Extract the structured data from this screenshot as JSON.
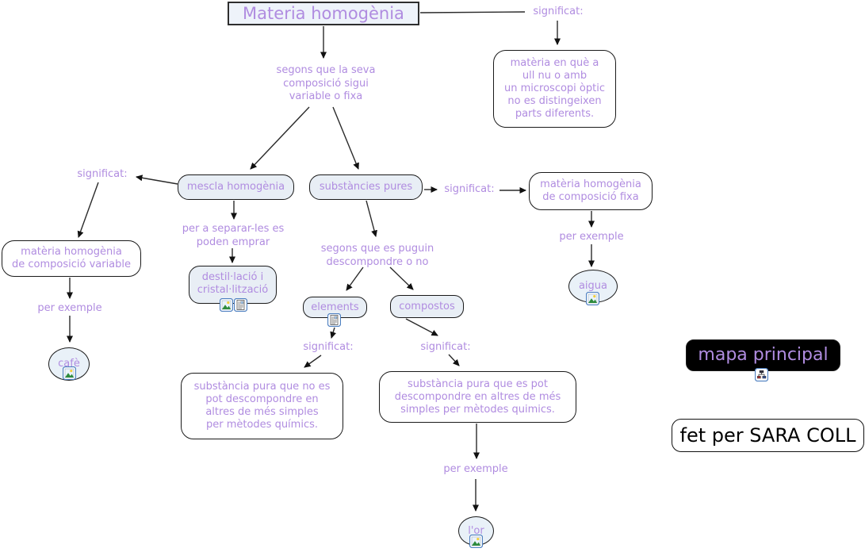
{
  "app": {
    "type": "concept-map",
    "title": "Materia homogènia"
  },
  "colors": {
    "text_purple": "#b08ce0",
    "concept_fill": "#e8eef5",
    "concept_border": "#1a1a1a",
    "white_fill": "#ffffff",
    "black_fill": "#000000",
    "connector": "#2a2a2a",
    "icon_border": "#4d7fc0"
  },
  "nodes": {
    "title": "Materia homogènia",
    "def_top": "matèria en què a\null nu o amb\nun microscopi òptic\nno es distingeixen\nparts diferents.",
    "mescla": "mescla homogènia",
    "substancies": "substàncies pures",
    "def_variable": "matèria homogènia\nde composició variable",
    "cafe": "cafè",
    "destil": "destil·lació i\ncristal·lització",
    "def_fixa": "matèria homogènia\nde composició fixa",
    "aigua": "aigua",
    "elements": "elements",
    "compostos": "compostos",
    "def_element": "substància pura que no es\npot descompondre en\naltres de més simples\nper mètodes químics.",
    "def_compost": "substància pura que es pot\ndescompondre en altres de més\nsimples per mètodes quimics.",
    "lor": "l'or",
    "mapa_principal": "mapa principal",
    "fet_per": "fet per SARA COLL"
  },
  "links": {
    "significat_top": "significat:",
    "segons_composicio": "segons que la seva\ncomposició sigui\nvariable o fixa",
    "significat_left": "significat:",
    "per_exemple_left": "per exemple",
    "per_a_separar": "per a separar-les es\npoden emprar",
    "significat_mid": "significat:",
    "per_exemple_right": "per exemple",
    "segons_descompondre": "segons que es puguin\ndescompondre o no",
    "significat_elements": "significat:",
    "significat_compostos": "significat:",
    "per_exemple_bottom": "per exemple"
  },
  "icons": {
    "image_resource": "picture-attachment",
    "document_resource": "document-attachment",
    "map_resource": "linked-concept-map"
  }
}
